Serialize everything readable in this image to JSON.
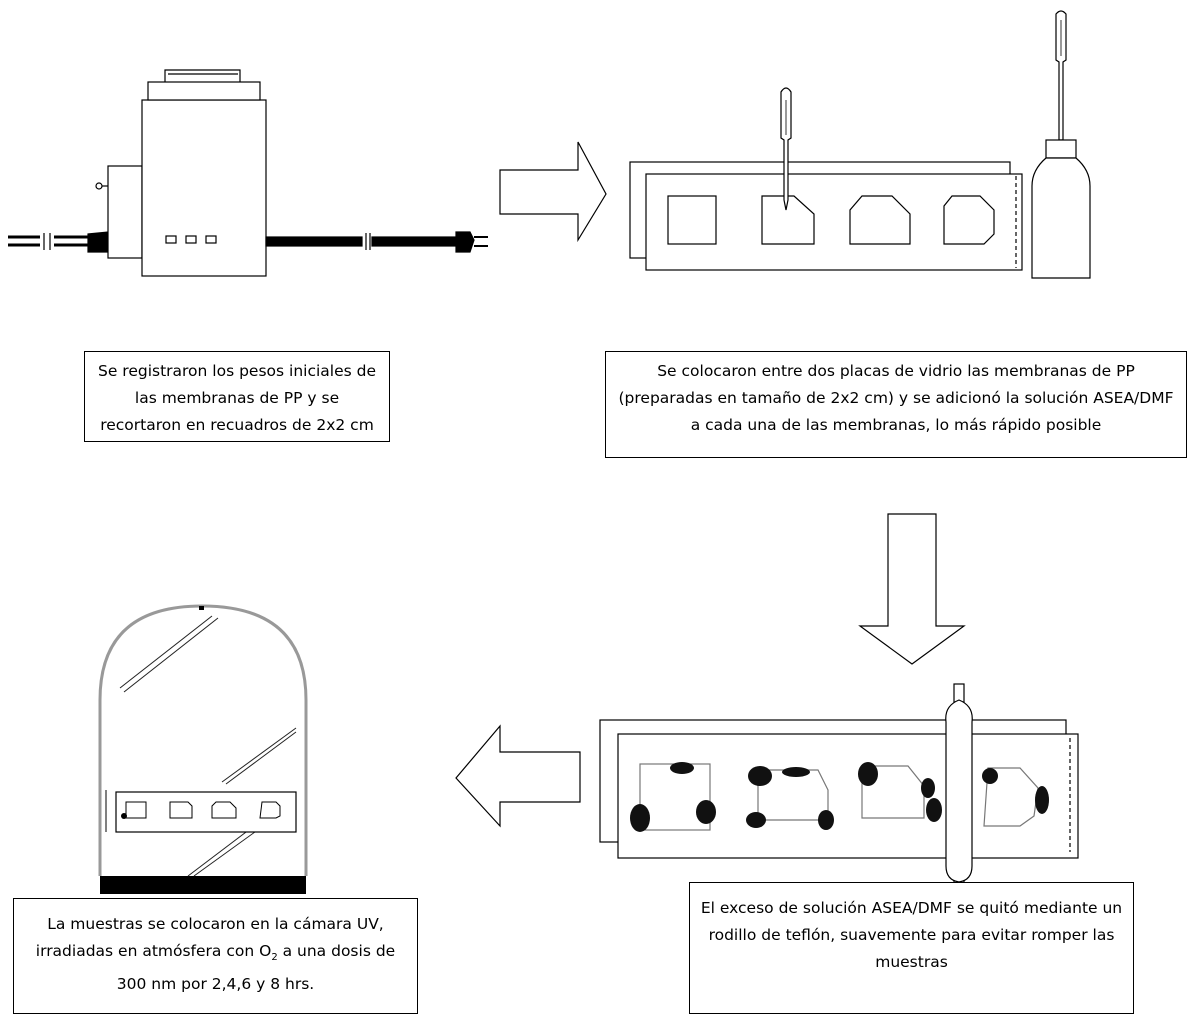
{
  "steps": [
    {
      "text": "Se registraron los pesos iniciales de las membranas de PP y se recortaron en recuadros de 2x2 cm"
    },
    {
      "text": "Se colocaron entre dos placas de vidrio las membranas de PP (preparadas en tamaño de 2x2 cm) y se adicionó la solución ASEA/DMF a cada una de las membranas, lo más rápido posible"
    },
    {
      "text_before_subscript": "La muestras se colocaron en la cámara UV, irradiadas en atmósfera con O",
      "subscript": "2",
      "text_after_subscript": " a una dosis de 300 nm por 2,4,6 y 8 hrs."
    },
    {
      "text": "El exceso de solución ASEA/DMF se quitó mediante un rodillo de teflón, suavemente para evitar romper las muestras"
    }
  ],
  "icons": [
    "hot-plate-icon",
    "glass-plates-icon",
    "pipette-icon",
    "bottle-icon",
    "roller-icon",
    "uv-chamber-icon",
    "arrow-right-icon",
    "arrow-down-icon",
    "arrow-left-icon"
  ]
}
